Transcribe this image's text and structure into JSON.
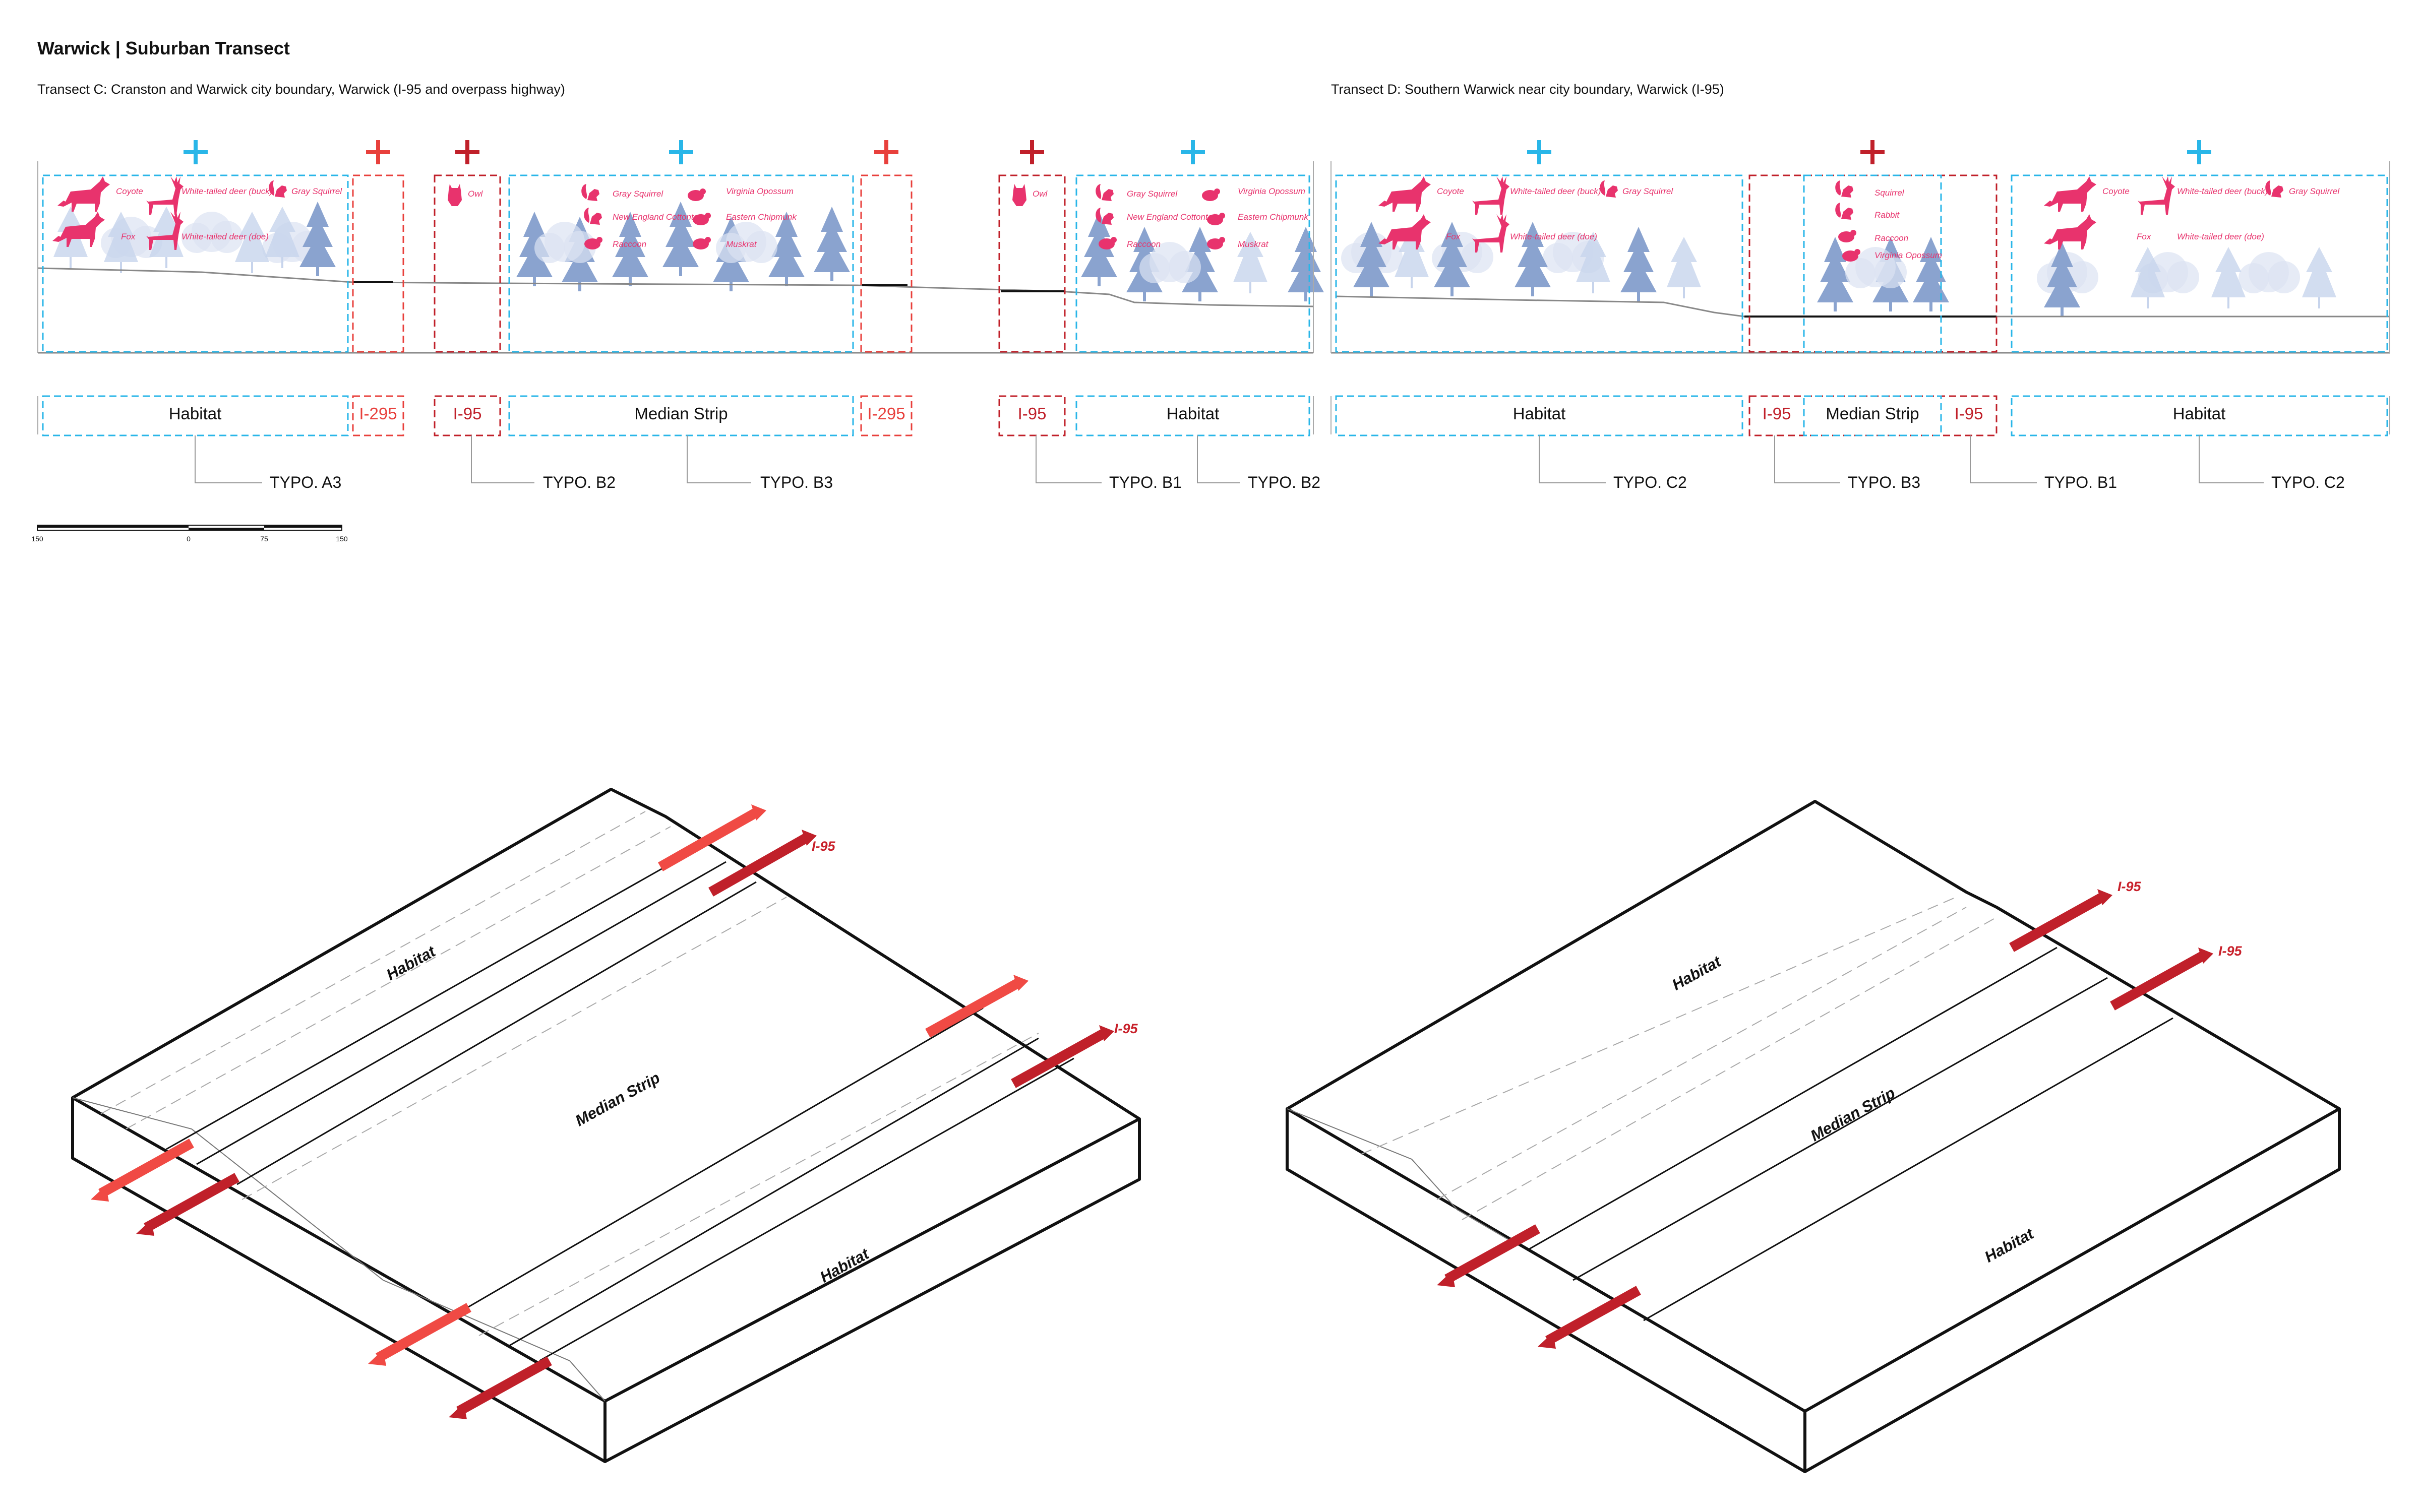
{
  "title": "Warwick | Suburban Transect",
  "transect_c": {
    "subtitle": "Transect C: Cranston and Warwick city boundary, Warwick (I-95 and overpass highway)",
    "zones": [
      "Habitat",
      "I-295",
      "I-95",
      "Median Strip",
      "I-295",
      "I-95",
      "Habitat"
    ],
    "typologies": [
      "TYPO. A3",
      "TYPO. B2",
      "TYPO. B3",
      "TYPO. B1",
      "TYPO. B2"
    ],
    "animals": {
      "habitat_left": [
        "Coyote",
        "White-tailed deer (buck)",
        "Gray Squirrel",
        "Fox",
        "White-tailed deer (doe)"
      ],
      "i95_left": [
        "Owl"
      ],
      "median": [
        "Gray Squirrel",
        "Virginia Opossum",
        "New England Cottontail",
        "Eastern Chipmunk",
        "Raccoon",
        "Muskrat"
      ],
      "i95_right": [
        "Owl"
      ],
      "habitat_right": [
        "Gray Squirrel",
        "Virginia Opossum",
        "New England Cottontail",
        "Eastern Chipmunk",
        "Raccoon",
        "Muskrat"
      ]
    }
  },
  "transect_d": {
    "subtitle": "Transect D: Southern Warwick near city boundary, Warwick (I-95)",
    "zones": [
      "Habitat",
      "I-95",
      "Median Strip",
      "I-95",
      "Habitat"
    ],
    "typologies": [
      "TYPO. C2",
      "TYPO. B3",
      "TYPO. B1",
      "TYPO. C2"
    ],
    "animals": {
      "habitat_left": [
        "Coyote",
        "White-tailed deer (buck)",
        "Gray Squirrel",
        "Fox",
        "White-tailed deer (doe)"
      ],
      "median": [
        "Squirrel",
        "Rabbit",
        "Raccoon",
        "Virginia Opossum"
      ],
      "habitat_right": [
        "Coyote",
        "White-tailed deer (buck)",
        "Gray Squirrel",
        "Fox",
        "White-tailed deer (doe)"
      ]
    }
  },
  "scale_bar": [
    "150",
    "0",
    "75",
    "150"
  ],
  "iso_c": {
    "labels": [
      "Habitat",
      "Median Strip",
      "Habitat"
    ],
    "highway": [
      "I-95",
      "I-95"
    ]
  },
  "iso_d": {
    "labels": [
      "Habitat",
      "Median Strip",
      "Habitat"
    ],
    "highway": [
      "I-95",
      "I-95"
    ]
  },
  "colors": {
    "habitat": "#29b6e8",
    "highway_light": "#e8403c",
    "highway_dark": "#c0202a",
    "animal": "#e8336d",
    "tree": "#8aa3cf"
  },
  "icons": [
    "plus-icon",
    "coyote-icon",
    "deer-icon",
    "squirrel-icon",
    "fox-icon",
    "owl-icon",
    "rabbit-icon",
    "raccoon-icon",
    "opossum-icon",
    "muskrat-icon",
    "tree-icon",
    "arrow-icon"
  ]
}
